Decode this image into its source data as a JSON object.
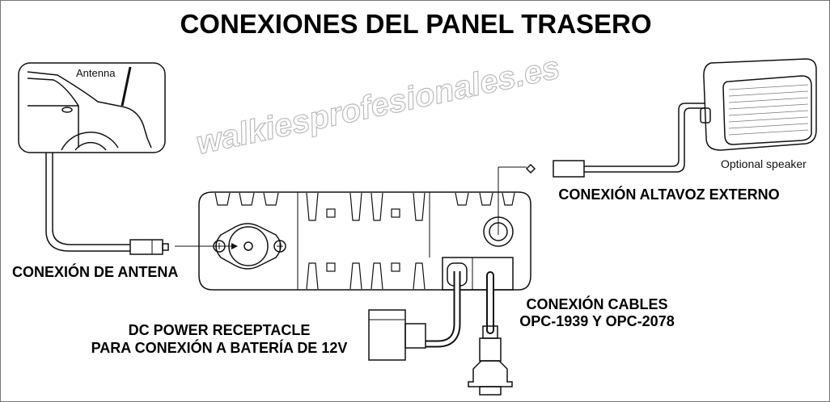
{
  "title": "CONEXIONES DEL PANEL TRASERO",
  "labels": {
    "antenna": "Antenna",
    "optional_speaker": "Optional speaker",
    "antenna_connection": "CONEXIÓN DE ANTENA",
    "speaker_connection": "CONEXIÓN ALTAVOZ EXTERNO",
    "cables_line1": "CONEXIÓN CABLES",
    "cables_line2": "OPC-1939 Y OPC-2078",
    "dc_line1": "DC POWER RECEPTACLE",
    "dc_line2": "PARA CONEXIÓN A BATERÍA DE 12V"
  },
  "watermark": "walkiesprofesionales.es"
}
